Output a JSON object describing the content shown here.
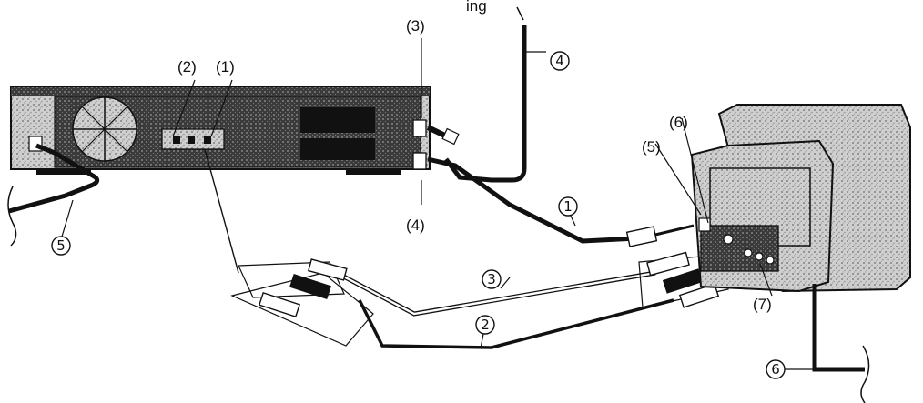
{
  "header_fragment": "ing",
  "labels": {
    "p1": "(1)",
    "p2": "(2)",
    "p3": "(3)",
    "p4": "(4)",
    "p5": "(5)",
    "p6": "(6)",
    "p7": "(7)"
  },
  "cable_labels": {
    "c1": "1",
    "c2": "2",
    "c3": "3",
    "c4": "4",
    "c5": "5",
    "c6": "6"
  }
}
